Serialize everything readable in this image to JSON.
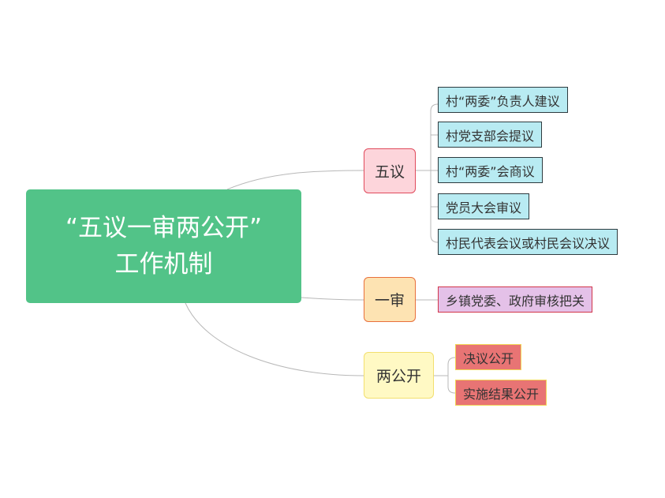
{
  "diagram": {
    "root": {
      "line1": "“五议一审两公开”",
      "line2": "工作机制"
    },
    "branches": [
      {
        "label": "五议",
        "children": [
          "村“两委”负责人建议",
          "村党支部会提议",
          "村“两委”会商议",
          "党员大会审议",
          "村民代表会议或村民会议决议"
        ]
      },
      {
        "label": "一审",
        "children": [
          "乡镇党委、政府审核把关"
        ]
      },
      {
        "label": "两公开",
        "children": [
          "决议公开",
          "实施结果公开"
        ]
      }
    ],
    "colors": {
      "root_fill": "#52c388",
      "root_text": "#ffffff",
      "wuyi_fill": "#fdd5db",
      "wuyi_border": "#e04a5c",
      "yishen_fill": "#fde3b2",
      "yishen_border": "#e8703c",
      "lianggongkai_fill": "#fff9c4",
      "lianggongkai_border": "#f2df6e",
      "leaf_cyan": "#b8ebf2",
      "leaf_purple": "#e4c1e8",
      "leaf_red": "#e87474",
      "connector": "#b8b8b8"
    }
  }
}
